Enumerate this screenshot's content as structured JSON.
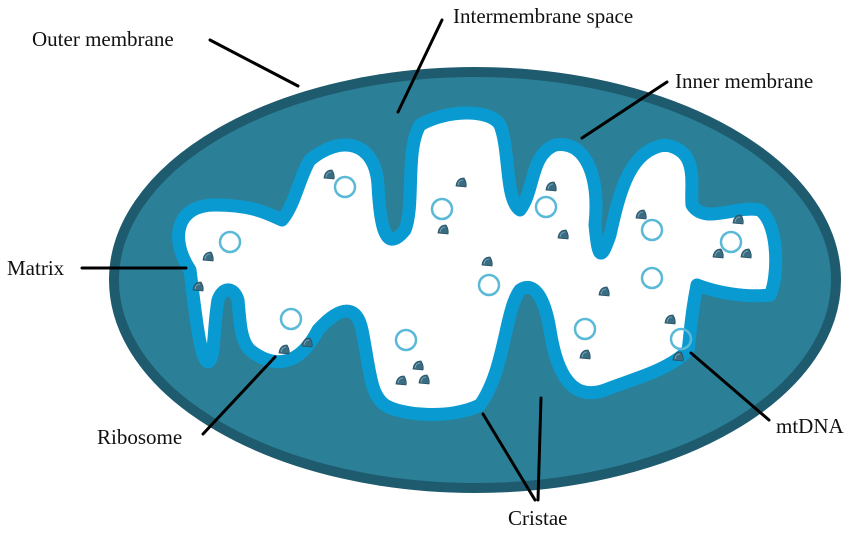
{
  "labels": {
    "outer_membrane": "Outer membrane",
    "intermembrane_space": "Intermembrane space",
    "inner_membrane": "Inner membrane",
    "matrix": "Matrix",
    "ribosome": "Ribosome",
    "cristae": "Cristae",
    "mtdna": "mtDNA"
  },
  "colors": {
    "outer_membrane": "#1f5b6e",
    "intermembrane_space": "#2b8098",
    "inner_membrane": "#0a9ad2",
    "matrix": "#ffffff",
    "mtdna_ring": "#5ab9d6",
    "ribosome": "#3b6d82",
    "leader_line": "#000000"
  }
}
